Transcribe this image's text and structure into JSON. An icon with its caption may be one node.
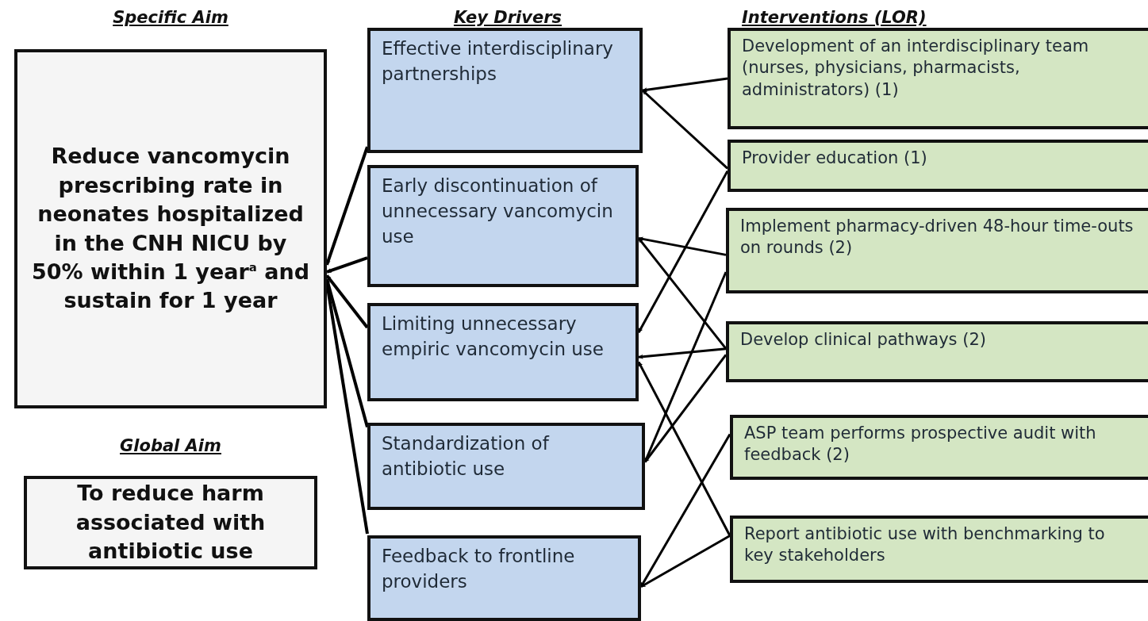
{
  "diagram": {
    "nodes": [
      {
        "text": [
          "Specific Aim",
          "Reduce vancomycin prescribing rate in neonates hospitalized in the CNH NICU by 50% within 1 year$^{a}$ and sustain for 1 year"
        ]
      },
      {
        "text": [
          "Global Aim",
          "To reduce harm associated with antibiotic use"
        ]
      },
      {
        "text": [
          "Effective interdisciplinary partnerships"
        ]
      },
      {
        "text": [
          "Early discontinuation of unnecessary vancomycin use"
        ]
      },
      {
        "text": [
          "Limiting unnecessary empiric vancomycin use"
        ]
      },
      {
        "text": [
          "Standardization of antibiotic use"
        ]
      },
      {
        "text": [
          "Feedback to frontline providers"
        ]
      },
      {
        "text": [
          "Development of an interdisciplinary team (nurses, physicians, pharmacists, administrators) (1)"
        ]
      },
      {
        "text": [
          "Provider education (1)"
        ]
      },
      {
        "text": [
          "Implement pharmacy-driven 48-hour time-outs on rounds (2)"
        ]
      },
      {
        "text": [
          "Develop clinical pathways (2)"
        ]
      },
      {
        "text": [
          "ASP team performs prospective audit with feedback (2)"
        ]
      },
      {
        "text": [
          "Report antibiotic use with benchmarking to key stakeholders"
        ]
      }
    ],
    "edges": [
      {
        "from": 2,
        "to": 0,
        "arrow": "to"
      },
      {
        "from": 3,
        "to": 0,
        "arrow": "to"
      },
      {
        "from": 4,
        "to": 0,
        "arrow": "to"
      },
      {
        "from": 5,
        "to": 0,
        "arrow": "to"
      },
      {
        "from": 6,
        "to": 0,
        "arrow": "to"
      },
      {
        "from": 7,
        "to": 2,
        "arrow": "to"
      },
      {
        "from": 8,
        "to": 2,
        "arrow": "to"
      },
      {
        "from": 8,
        "to": 4,
        "arrow": "to"
      },
      {
        "from": 9,
        "to": 3,
        "arrow": "to"
      },
      {
        "from": 9,
        "to": 5,
        "arrow": "to"
      },
      {
        "from": 10,
        "to": 3,
        "arrow": "to"
      },
      {
        "from": 10,
        "to": 4,
        "arrow": "to"
      },
      {
        "from": 10,
        "to": 5,
        "arrow": "to"
      },
      {
        "from": 11,
        "to": 6,
        "arrow": "to"
      },
      {
        "from": 12,
        "to": 4,
        "arrow": "to"
      },
      {
        "from": 12,
        "to": 6,
        "arrow": "to"
      }
    ],
    "labels": [
      "Key Drivers",
      "Interventions (LOR)"
    ]
  }
}
